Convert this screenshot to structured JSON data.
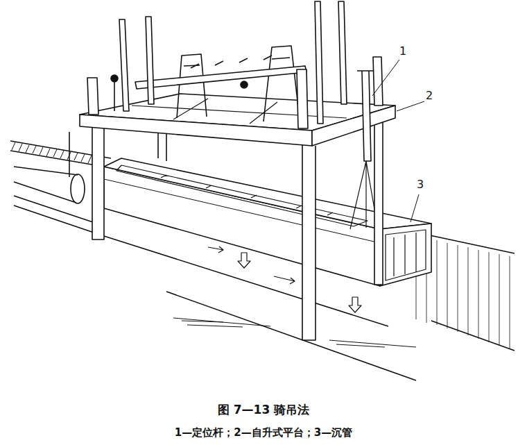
{
  "diagram": {
    "caption": "图 7—13 骑吊法",
    "labels": [
      "1",
      "2",
      "3",
      "1—定位杆；2—自升式平台；3—沉管"
    ]
  }
}
